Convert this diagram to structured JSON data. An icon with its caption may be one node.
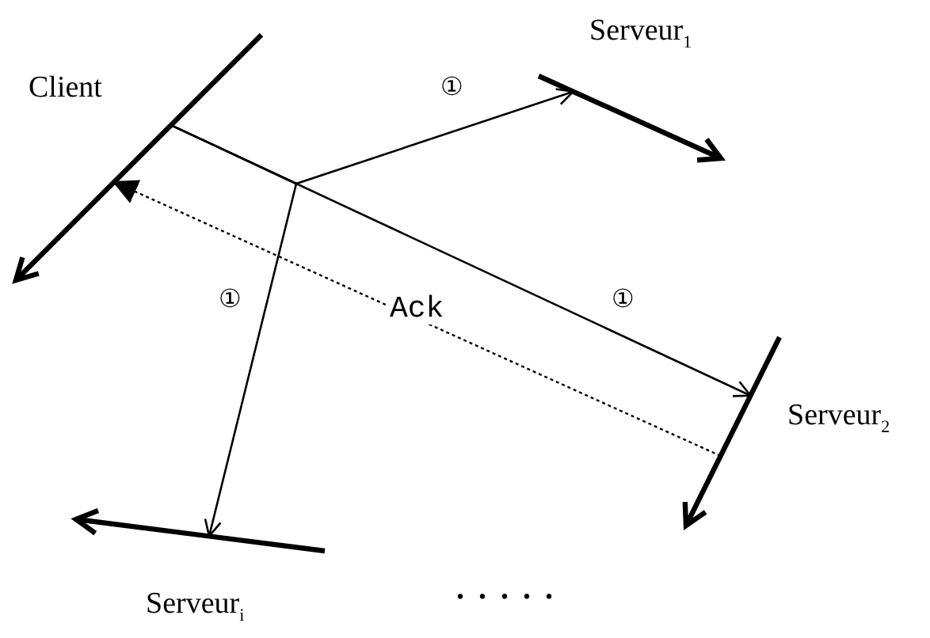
{
  "diagram": {
    "nodes": [
      {
        "text": [
          "Client"
        ]
      },
      {
        "text": [
          "Serveur$_{1}$"
        ]
      },
      {
        "text": [
          "Serveur$_{2}$"
        ]
      },
      {
        "text": [
          "Serveur$_{i}$"
        ]
      }
    ],
    "edges": [
      {
        "from": 0,
        "to": 1,
        "arrow": "to",
        "label": "①"
      },
      {
        "from": 0,
        "to": 2,
        "arrow": "to",
        "label": "①"
      },
      {
        "from": 0,
        "to": 3,
        "arrow": "to",
        "label": "①"
      },
      {
        "from": 2,
        "to": 0,
        "arrow": "to",
        "label": "Ack",
        "style": "dashed"
      }
    ],
    "labels": [
      "....."
    ]
  }
}
